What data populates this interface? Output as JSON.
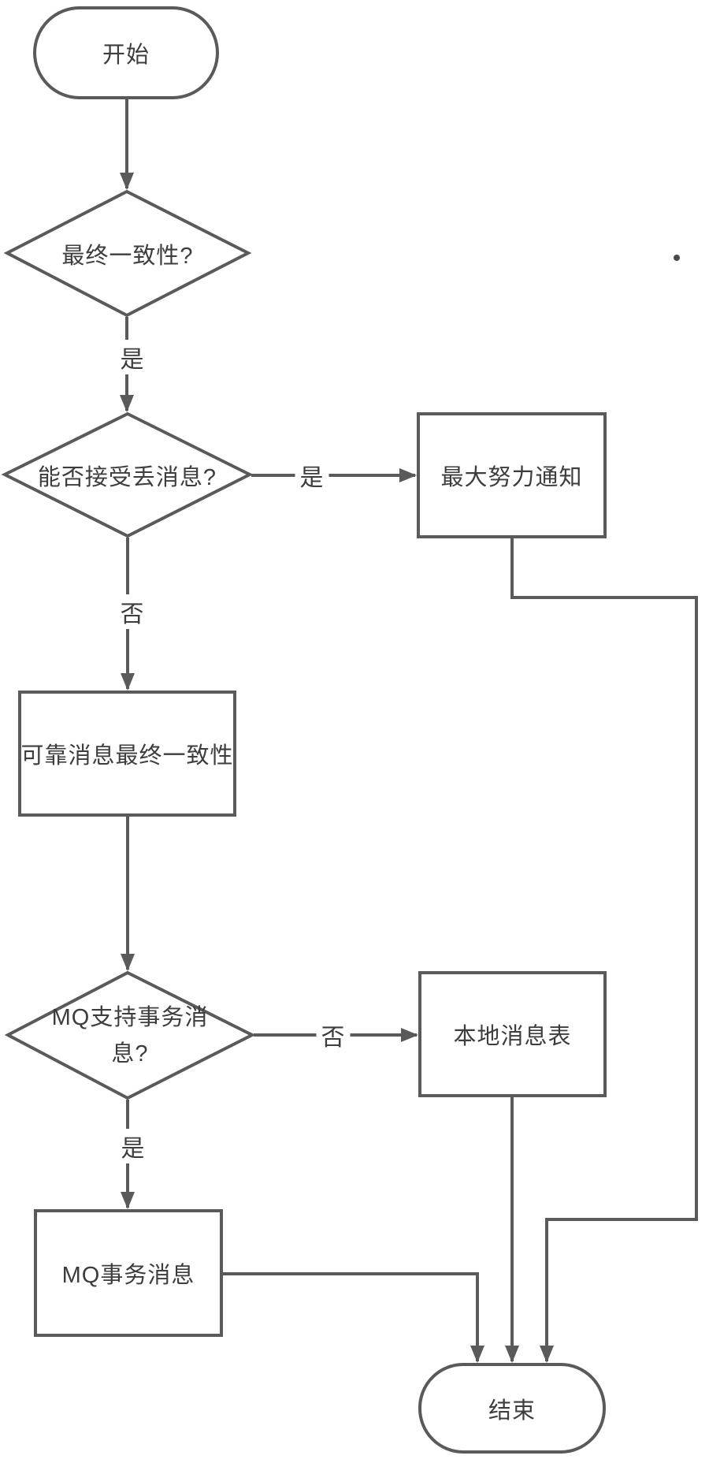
{
  "diagram": {
    "background_color": "#ffffff",
    "stroke_color": "#5a5a5a",
    "text_color": "#3d3d3d",
    "nodes": {
      "start": {
        "type": "terminator",
        "label": "开始"
      },
      "eventual_consistency_decision": {
        "type": "decision",
        "label": "最终一致性?"
      },
      "accept_message_loss_decision": {
        "type": "decision",
        "label": "能否接受丢消息?"
      },
      "best_effort_notify": {
        "type": "process",
        "label": "最大努力通知"
      },
      "reliable_message_consistency": {
        "type": "process",
        "label": "可靠消息最终一致性"
      },
      "mq_supports_tx_decision": {
        "type": "decision",
        "label": "MQ支持事务消息?",
        "lines": [
          "MQ支持事务消",
          "息?"
        ]
      },
      "local_message_table": {
        "type": "process",
        "label": "本地消息表"
      },
      "mq_tx_message": {
        "type": "process",
        "label": "MQ事务消息"
      },
      "end": {
        "type": "terminator",
        "label": "结束"
      }
    },
    "edge_labels": {
      "eventual_yes": "是",
      "loss_yes": "是",
      "loss_no": "否",
      "mq_no": "否",
      "mq_yes": "是"
    }
  }
}
